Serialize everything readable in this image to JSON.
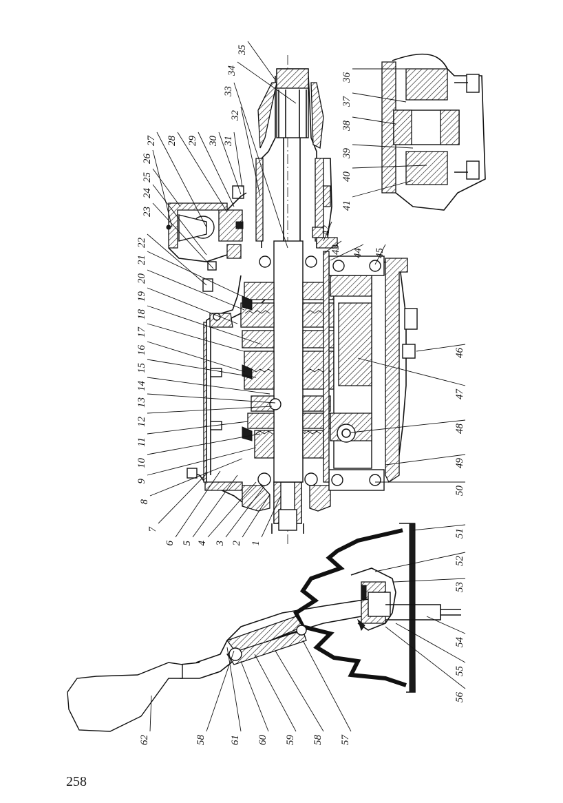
{
  "page": {
    "number": "258"
  },
  "figure": {
    "callouts_main": [
      "1",
      "2",
      "3",
      "4",
      "5",
      "6",
      "7",
      "8",
      "9",
      "10",
      "11",
      "12",
      "13",
      "14",
      "15",
      "16",
      "17",
      "18",
      "19",
      "20",
      "21",
      "22",
      "23",
      "24",
      "25",
      "26",
      "27",
      "28",
      "29",
      "30",
      "31",
      "32",
      "33",
      "34",
      "35",
      "42",
      "43",
      "44",
      "45",
      "46",
      "47",
      "48",
      "49",
      "50"
    ],
    "callouts_detail": [
      "36",
      "37",
      "38",
      "39",
      "40",
      "41"
    ],
    "callouts_lever": [
      "51",
      "52",
      "53",
      "54",
      "55",
      "56",
      "57",
      "58",
      "59",
      "60",
      "61",
      "58",
      "62"
    ]
  }
}
